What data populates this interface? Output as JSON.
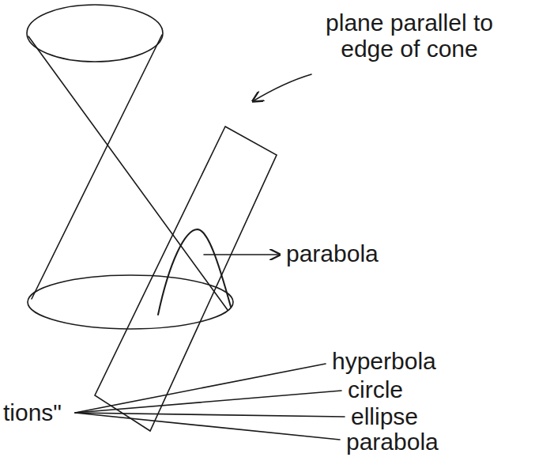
{
  "diagram": {
    "labels": [
      "plane parallel to edge of cone",
      "parabola",
      "hyperbola",
      "circle",
      "ellipse",
      "parabola",
      "tions\""
    ]
  }
}
